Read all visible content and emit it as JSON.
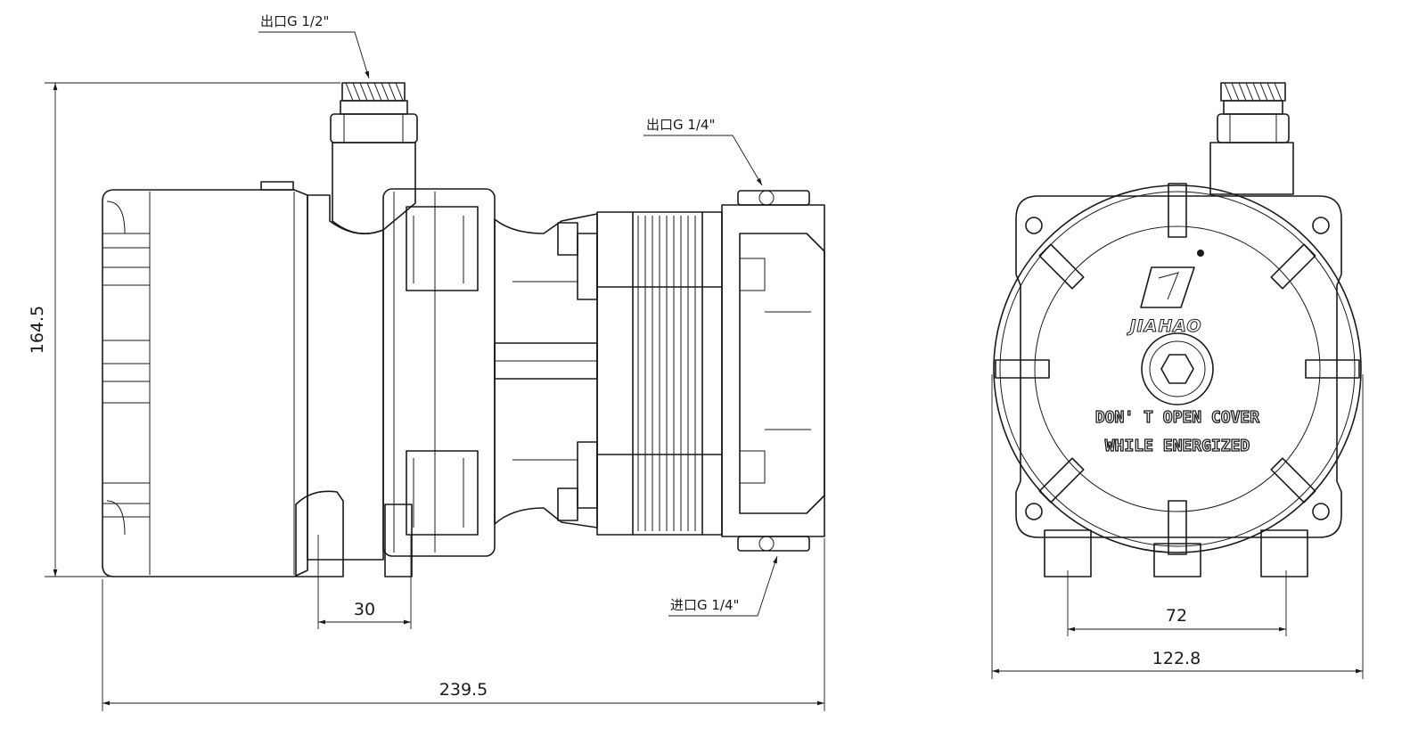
{
  "drawing": {
    "callouts": {
      "outlet_top": "出口G 1/2\"",
      "outlet_side": "出口G 1/4\"",
      "inlet_side": "进口G 1/4\""
    },
    "dimensions": {
      "height": "164.5",
      "mount_spacing_side": "30",
      "overall_length": "239.5",
      "mount_spacing_end": "72",
      "overall_width": "122.8"
    },
    "label": {
      "brand": "JIAHAO",
      "warning_line1": "DON' T OPEN COVER",
      "warning_line2": "WHILE ENERGIZED"
    }
  }
}
